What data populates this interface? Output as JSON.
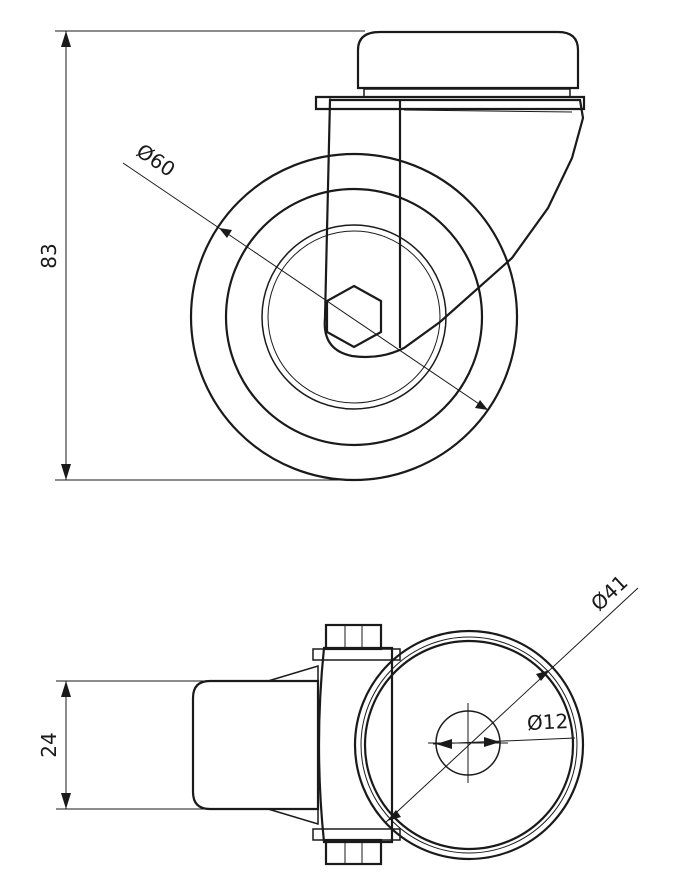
{
  "dimensions": {
    "height": "83",
    "wheel_diameter": "Ø60",
    "width": "24",
    "bore_diameter": "Ø41",
    "axle_diameter": "Ø12"
  }
}
